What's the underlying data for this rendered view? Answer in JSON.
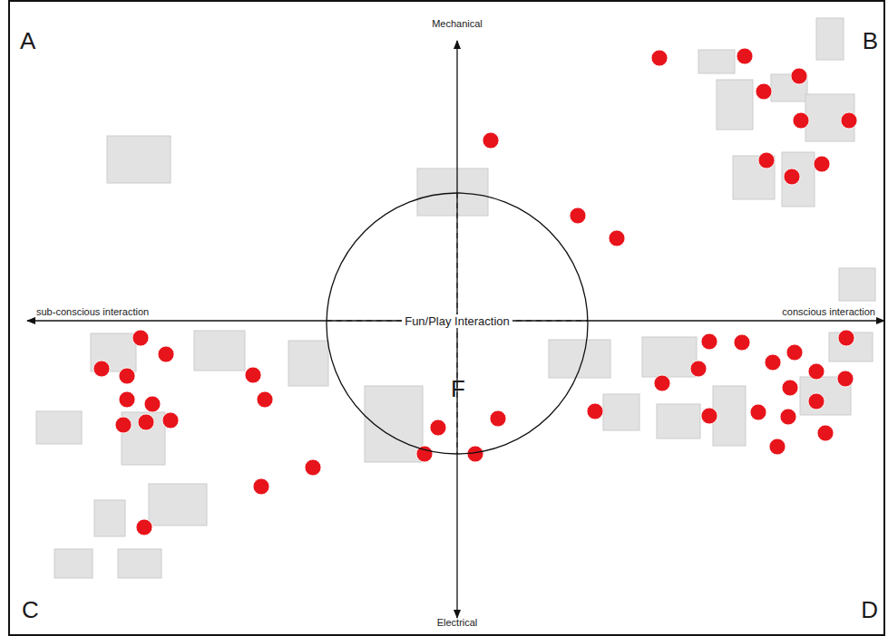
{
  "diagram": {
    "nodes": [
      {
        "text": [
          "Fun/Play Interaction"
        ]
      }
    ],
    "labels": [
      "Mechanical",
      "Electrical",
      "sub-conscious interaction",
      "conscious interaction",
      "A",
      "B",
      "C",
      "D",
      "F"
    ]
  }
}
